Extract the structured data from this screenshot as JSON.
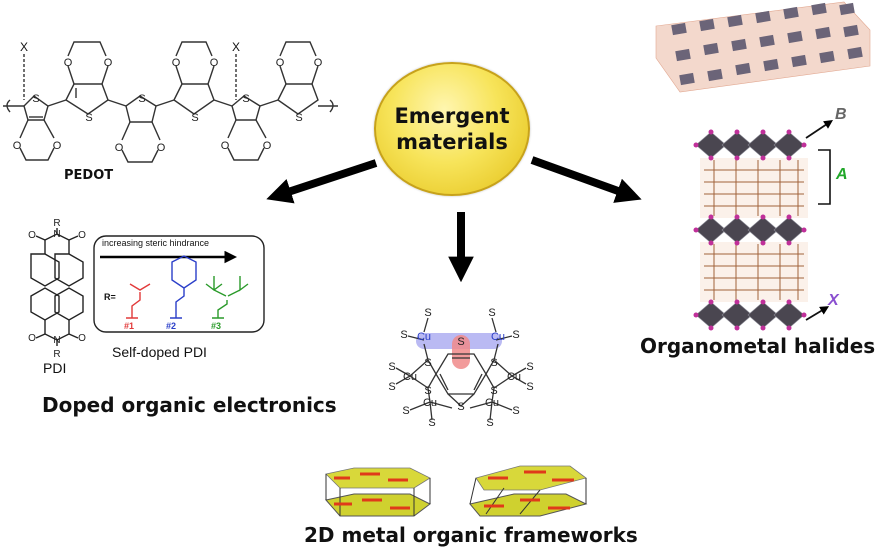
{
  "hub": {
    "line1": "Emergent",
    "line2": "materials",
    "color": "#f7e45a"
  },
  "branches": {
    "left": {
      "title": "Doped organic electronics",
      "polymer_label": "PEDOT",
      "dopant_label": "X",
      "molecule_label": "PDI",
      "substituent_label": "R",
      "box_arrow_text": "increasing steric hindrance",
      "r_equals": "R=",
      "variants": [
        {
          "label": "#1",
          "color": "#e23a3a"
        },
        {
          "label": "#2",
          "color": "#2b3fc9"
        },
        {
          "label": "#3",
          "color": "#2a9a2a"
        }
      ],
      "caption": "Self-doped PDI"
    },
    "center": {
      "title": "2D metal organic frameworks",
      "atom_cu": "Cu",
      "atom_s": "S"
    },
    "right": {
      "title": "Organometal halides",
      "site_b": "B",
      "site_a": "A",
      "site_x": "X",
      "site_a_color": "#22a82b",
      "site_x_color": "#8a4fd0"
    }
  }
}
